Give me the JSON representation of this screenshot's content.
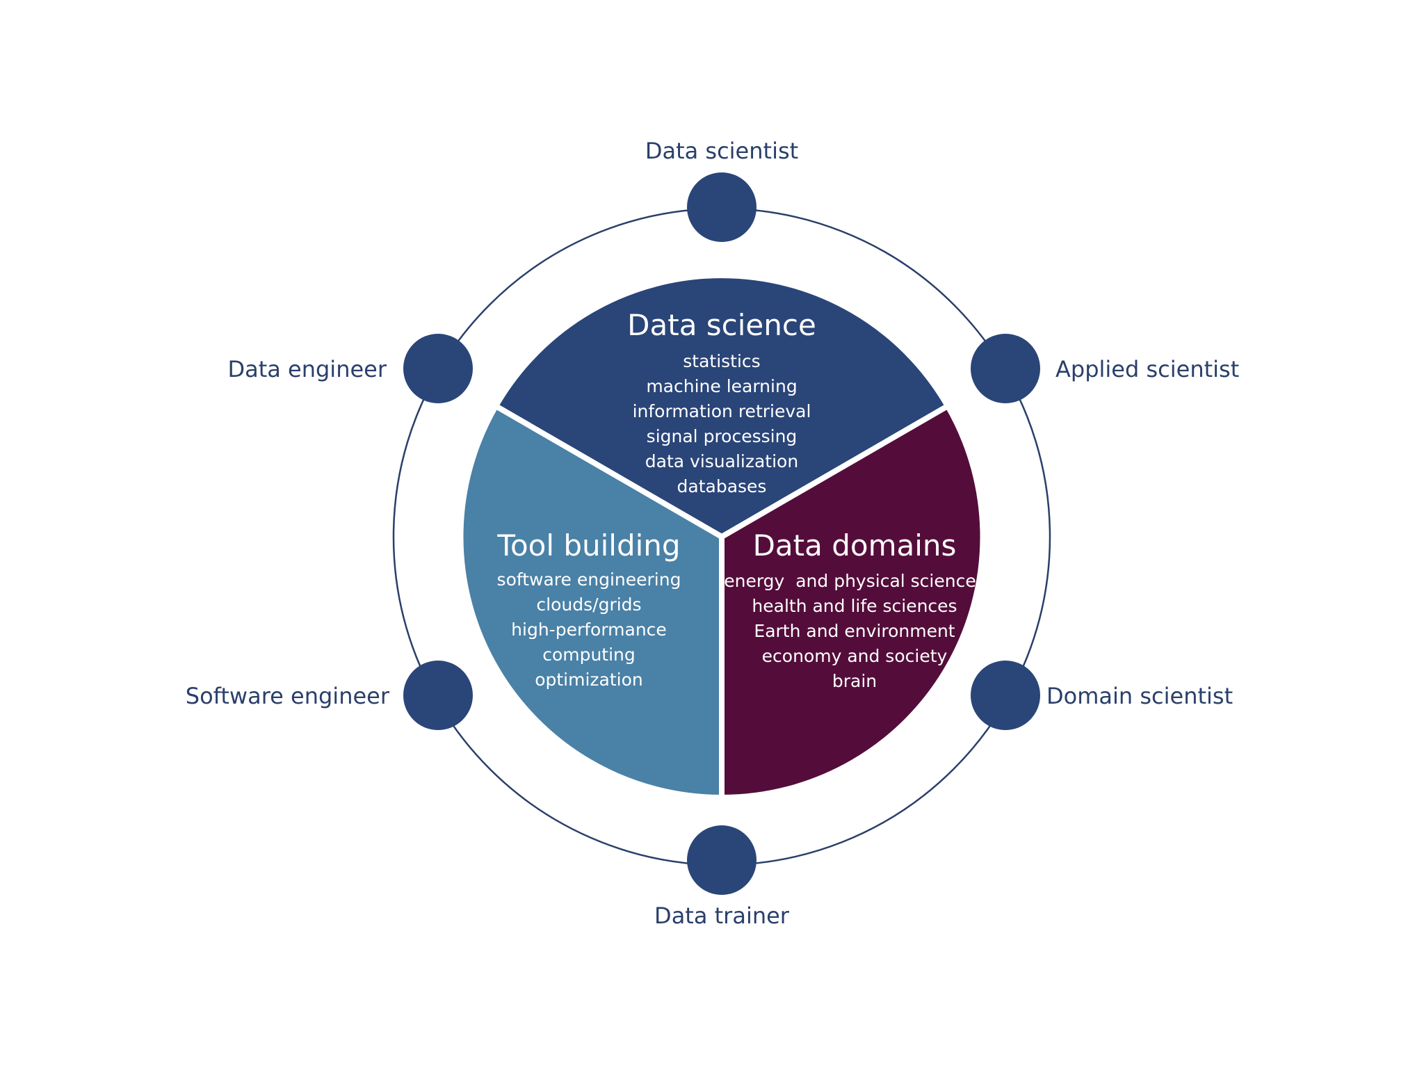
{
  "colors": {
    "navy": "#2a4578",
    "ring": "#2a3f6a",
    "steel_blue": "#4a81a6",
    "maroon": "#540d3a",
    "label_text": "#2a3f6a",
    "segment_text": "#ffffff"
  },
  "segments": [
    {
      "id": "data-science",
      "title": "Data science",
      "color": "navy",
      "items": [
        "statistics",
        "machine learning",
        "information retrieval",
        "signal processing",
        "data visualization",
        "databases"
      ]
    },
    {
      "id": "tool-building",
      "title": "Tool building",
      "color": "steel_blue",
      "items": [
        "software engineering",
        "clouds/grids",
        "high-performance",
        "computing",
        "optimization"
      ]
    },
    {
      "id": "data-domains",
      "title": "Data domains",
      "color": "maroon",
      "items": [
        "energy  and physical sciences",
        "health and life sciences",
        "Earth and environment",
        "economy and society",
        "brain"
      ]
    }
  ],
  "roles": [
    {
      "id": "data-scientist",
      "label": "Data scientist"
    },
    {
      "id": "applied-scientist",
      "label": "Applied scientist"
    },
    {
      "id": "domain-scientist",
      "label": "Domain scientist"
    },
    {
      "id": "data-trainer",
      "label": "Data trainer"
    },
    {
      "id": "software-engineer",
      "label": "Software engineer"
    },
    {
      "id": "data-engineer",
      "label": "Data engineer"
    }
  ]
}
